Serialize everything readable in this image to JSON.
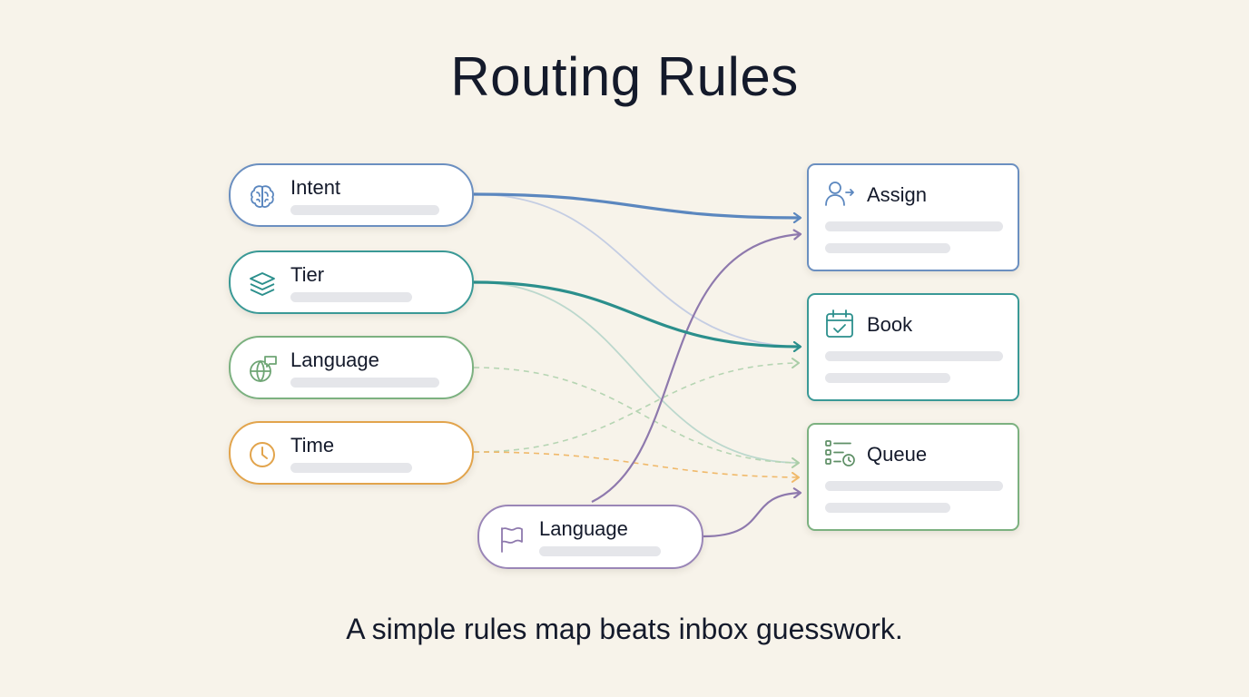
{
  "diagram": {
    "title": "Routing Rules",
    "caption": "A simple rules map beats inbox guesswork.",
    "colors": {
      "background": "#f7f3ea",
      "blue": "#5b87bf",
      "teal": "#2b8f8c",
      "green": "#6ea574",
      "orange": "#e2a44c",
      "purple": "#8e79ad",
      "skeleton": "#e5e6ea"
    },
    "inputs": [
      {
        "id": "intent",
        "label": "Intent",
        "icon": "brain-icon",
        "color": "#5b87bf"
      },
      {
        "id": "tier",
        "label": "Tier",
        "icon": "layers-icon",
        "color": "#2b8f8c"
      },
      {
        "id": "language",
        "label": "Language",
        "icon": "globe-chat-icon",
        "color": "#6ea574"
      },
      {
        "id": "time",
        "label": "Time",
        "icon": "clock-icon",
        "color": "#e2a44c"
      },
      {
        "id": "language_flag",
        "label": "Language",
        "icon": "flag-icon",
        "color": "#8e79ad"
      }
    ],
    "outputs": [
      {
        "id": "assign",
        "label": "Assign",
        "icon": "user-assign-icon",
        "color": "#5b87bf"
      },
      {
        "id": "book",
        "label": "Book",
        "icon": "calendar-check-icon",
        "color": "#2b8f8c"
      },
      {
        "id": "queue",
        "label": "Queue",
        "icon": "queue-list-clock-icon",
        "color": "#6ea574"
      }
    ],
    "connections": [
      {
        "from": "intent",
        "to": "assign",
        "style": "solid-bold"
      },
      {
        "from": "intent",
        "to": "book",
        "style": "faint"
      },
      {
        "from": "tier",
        "to": "book",
        "style": "solid-bold"
      },
      {
        "from": "tier",
        "to": "queue",
        "style": "faint"
      },
      {
        "from": "language",
        "to": "queue",
        "style": "dashed"
      },
      {
        "from": "time",
        "to": "book",
        "style": "dashed"
      },
      {
        "from": "time",
        "to": "queue",
        "style": "dashed"
      },
      {
        "from": "language_flag",
        "to": "assign",
        "style": "solid"
      },
      {
        "from": "language_flag",
        "to": "queue",
        "style": "solid"
      }
    ]
  }
}
